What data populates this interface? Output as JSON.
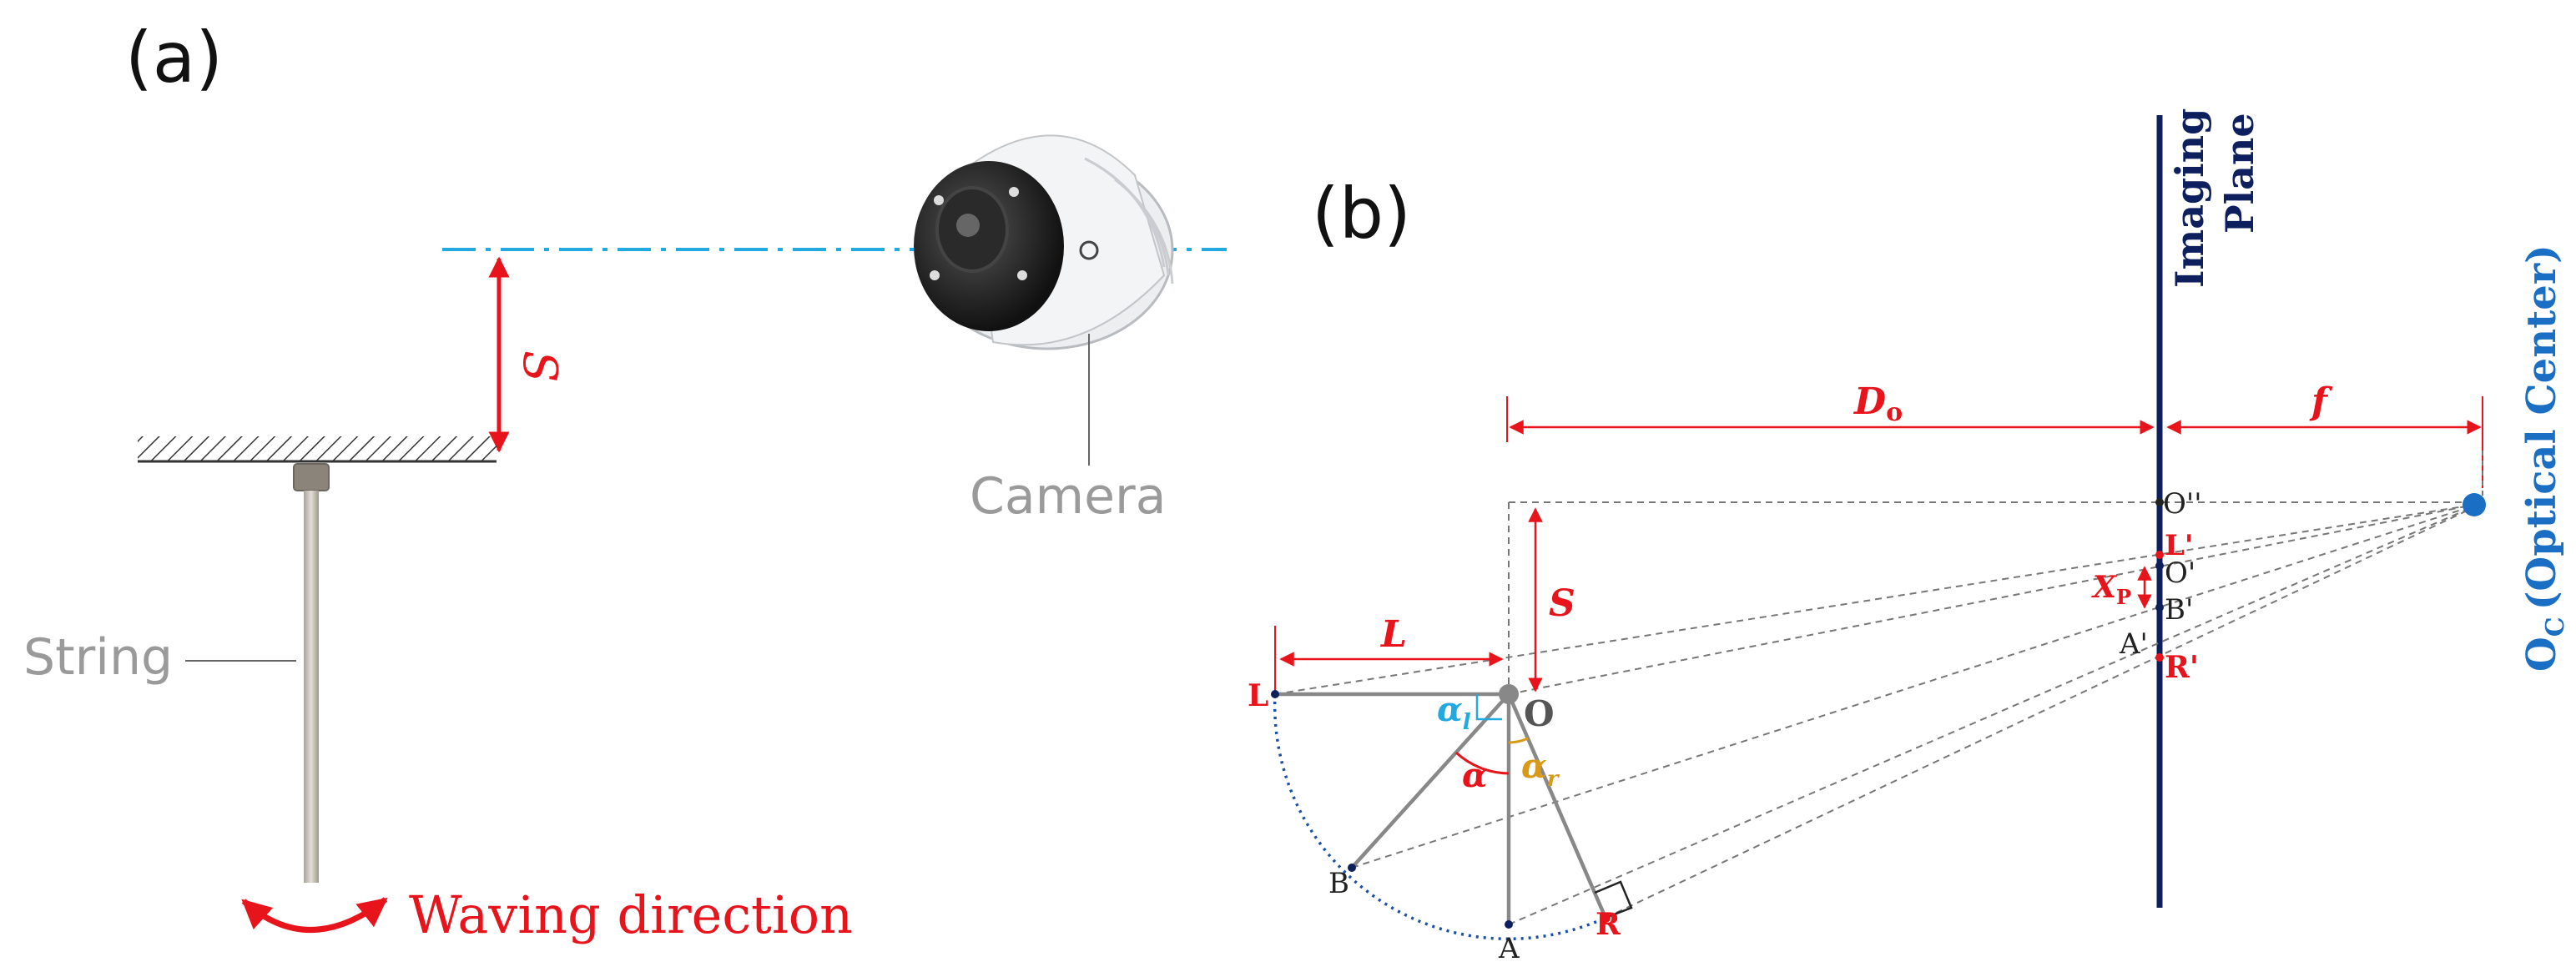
{
  "panel_a": {
    "panel_label": "(a)",
    "distance_label": "S",
    "camera_label": "Camera",
    "string_label": "String",
    "waving_label": "Waving direction"
  },
  "panel_b": {
    "panel_label": "(b)",
    "imaging_plane_line1": "Imaging",
    "imaging_plane_line2": "Plane",
    "optical_center_label": "O",
    "optical_center_sub": "C",
    "optical_center_text": "(Optical Center)",
    "do_label": "D",
    "do_sub": "o",
    "f_label": "f",
    "s_label": "S",
    "l_label": "L",
    "xp_label": "X",
    "xp_sub": "P",
    "o_double_prime": "O''",
    "l_prime": "L'",
    "o_prime": "O'",
    "b_prime": "B'",
    "a_prime": "A'",
    "r_prime": "R'",
    "point_l": "L",
    "point_o": "O",
    "point_b": "B",
    "point_a": "A",
    "point_r": "R",
    "alpha": "α",
    "alpha_l": "α",
    "alpha_l_sub": "l",
    "alpha_r": "α",
    "alpha_r_sub": "r"
  },
  "colors": {
    "red": "#e8141c",
    "navy": "#0d1f5c",
    "blue": "#1a6fc4",
    "cyan": "#22a9e0",
    "gold": "#d99a1a",
    "gray": "#8c8c8c",
    "dark": "#202020"
  }
}
